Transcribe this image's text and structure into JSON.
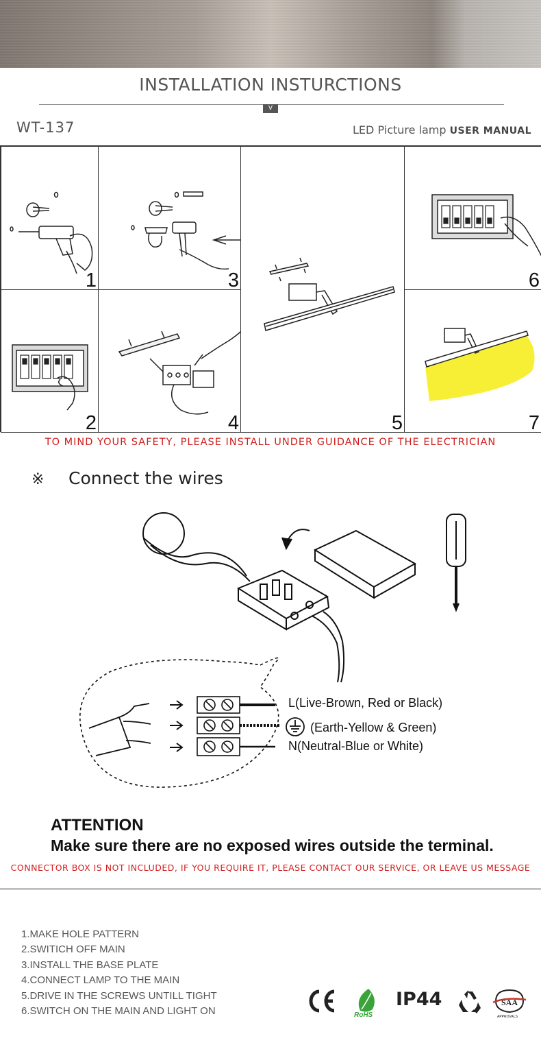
{
  "header": {
    "title": "INSTALLATION INSTURCTIONS",
    "divider_tag": "V",
    "model": "WT-137",
    "product": "LED Picture lamp",
    "manual": "USER MANUAL"
  },
  "panels": [
    {
      "number": "1",
      "icon": "drill-icon"
    },
    {
      "number": "2",
      "icon": "breaker-switch-off-icon"
    },
    {
      "number": "3",
      "icon": "anchor-hammer-icon"
    },
    {
      "number": "4",
      "icon": "wire-connection-icon"
    },
    {
      "number": "5",
      "icon": "mount-lamp-icon"
    },
    {
      "number": "6",
      "icon": "breaker-switch-on-icon"
    },
    {
      "number": "7",
      "icon": "lamp-lit-icon"
    }
  ],
  "safety_notice": "TO MIND YOUR SAFETY, PLEASE INSTALL UNDER GUIDANCE OF THE ELECTRICIAN",
  "wiring": {
    "mark": "※",
    "heading": "Connect the wires",
    "live_label": "L(Live-Brown, Red or Black)",
    "earth_label": "(Earth-Yellow & Green)",
    "neutral_label": "N(Neutral-Blue or White)"
  },
  "attention": {
    "title": "ATTENTION",
    "message": "Make sure there are no exposed wires outside the terminal."
  },
  "connector_note": "CONNECTOR BOX IS NOT INCLUDED, IF YOU REQUIRE IT, PLEASE CONTACT OUR SERVICE, OR LEAVE US MESSAGE",
  "steps": [
    "1.MAKE HOLE PATTERN",
    "2.SWITICH OFF MAIN",
    "3.INSTALL THE BASE PLATE",
    "4.CONNECT LAMP TO THE MAIN",
    "5.DRIVE IN THE SCREWS UNTILL TIGHT",
    "6.SWITCH ON THE MAIN AND LIGHT ON"
  ],
  "certifications": {
    "ce": "CE",
    "rohs": "RoHS",
    "ip": "IP44",
    "saa": "SAA",
    "saa_sub": "APPROVALS"
  },
  "colors": {
    "warning_red": "#d21c1c",
    "lamp_glow": "#f5ee2a"
  }
}
